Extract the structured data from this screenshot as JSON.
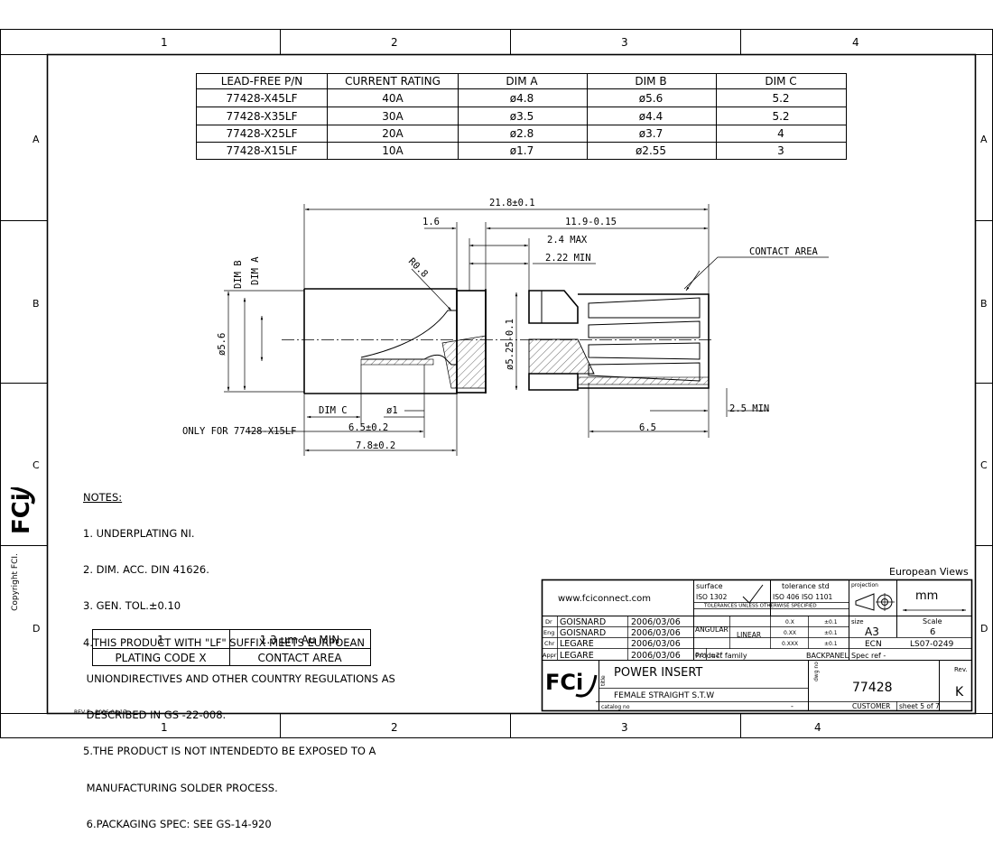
{
  "frame": {
    "columns": [
      "1",
      "2",
      "3",
      "4"
    ],
    "rows": [
      "A",
      "B",
      "C",
      "D"
    ]
  },
  "dim_table": {
    "headers": [
      "LEAD-FREE P/N",
      "CURRENT RATING",
      "DIM A",
      "DIM B",
      "DIM C"
    ],
    "rows": [
      [
        "77428-X45LF",
        "40A",
        "ø4.8",
        "ø5.6",
        "5.2"
      ],
      [
        "77428-X35LF",
        "30A",
        "ø3.5",
        "ø4.4",
        "5.2"
      ],
      [
        "77428-X25LF",
        "20A",
        "ø2.8",
        "ø3.7",
        "4"
      ],
      [
        "77428-X15LF",
        "10A",
        "ø1.7",
        "ø2.55",
        "3"
      ]
    ]
  },
  "dims": {
    "overall": "21.8±0.1",
    "d1_6": "1.6",
    "d11_9": "11.9-0.15",
    "d2_4": "2.4 MAX",
    "d2_22": "2.22 MIN",
    "contact_area": "CONTACT AREA",
    "dim_b": "DIM B",
    "dim_a": "DIM A",
    "r08": "R0.8",
    "phi56": "ø5.6",
    "phi525": "ø5.25-0.1",
    "dim_c": "DIM C",
    "phi1": "ø1",
    "only_for": "ONLY FOR 77428-X15LF",
    "d6_5tol": "6.5±0.2",
    "d7_8": "7.8±0.2",
    "d6_5": "6.5",
    "d2_5": "2.5 MIN"
  },
  "notes": {
    "title": "NOTES:",
    "lines": [
      "1. UNDERPLATING NI.",
      "2. DIM. ACC. DIN 41626.",
      "3. GEN. TOL.±0.10",
      "4.THIS PRODUCT WITH \"LF\" SUFFIX MEETS EURPOEAN",
      " UNIONDIRECTIVES AND OTHER COUNTRY REGULATIONS AS",
      " DESCRIBED IN GS -22-008.",
      "5.THE PRODUCT IS NOT INTENDEDTO BE EXPOSED TO A",
      " MANUFACTURING SOLDER PROCESS.",
      " 6.PACKAGING SPEC: SEE GS-14-920"
    ]
  },
  "plating": {
    "code": "1",
    "value": "1.3 µm Au MIN",
    "label_left": "PLATING CODE X",
    "label_right": "CONTACT AREA"
  },
  "title_block": {
    "european_views": "European Views",
    "website": "www.fciconnect.com",
    "surface_label": "surface",
    "surface_std": "ISO 1302",
    "tol_std_label": "tolerance std",
    "tol_std": "ISO 406  ISO 1101",
    "tol_unless": "TOLERANCES UNLESS OTHERWISE SPECIFIED",
    "projection_label": "projection",
    "unit": "mm",
    "people": [
      {
        "role": "Dr",
        "name": "GOISNARD",
        "date": "2006/03/06"
      },
      {
        "role": "Eng",
        "name": "GOISNARD",
        "date": "2006/03/06"
      },
      {
        "role": "Chr",
        "name": "LEGARE",
        "date": "2006/03/06"
      },
      {
        "role": "Appr",
        "name": "LEGARE",
        "date": "2006/03/06"
      }
    ],
    "angular": "ANGULAR",
    "linear": "LINEAR",
    "tol_rows": [
      [
        "0.X",
        "±0.1"
      ],
      [
        "0.XX",
        "±0.1"
      ],
      [
        "0.XXX",
        "±0.1"
      ]
    ],
    "ang_tol_a": "0.0°",
    "ang_tol_b": "±2°",
    "size_label": "size",
    "size": "A3",
    "scale_label": "Scale",
    "scale": "6",
    "ecn_label": "ECN",
    "ecn": "LS07-0249",
    "product_family_label": "Product family",
    "product_family": "BACKPANEL",
    "spec_ref": "Spec ref  -",
    "title_label": "title",
    "title": "POWER INSERT",
    "subtitle": "FEMALE STRAIGHT S.T.W",
    "catalog_label": "catalog no",
    "catalog_no": "-",
    "dwg_label": "dwg no",
    "dwg_no": "77428",
    "customer": "CUSTOMER",
    "sheet": "sheet  5  of  7",
    "rev_label": "Rev.",
    "rev": "K",
    "logo": "FCi"
  },
  "side": {
    "logo": "FCi",
    "copyright": "Copyright FCI."
  },
  "rev_note": "REV F - 2006-04-17"
}
